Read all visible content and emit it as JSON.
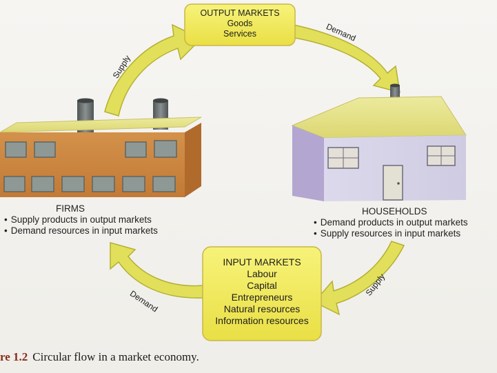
{
  "output_markets": {
    "title": "OUTPUT MARKETS",
    "lines": [
      "Goods",
      "Services"
    ]
  },
  "input_markets": {
    "title": "INPUT MARKETS",
    "lines": [
      "Labour",
      "Capital",
      "Entrepreneurs",
      "Natural resources",
      "Information resources"
    ]
  },
  "firms": {
    "title": "FIRMS",
    "bullets": [
      "Supply products in output markets",
      "Demand resources in input markets"
    ]
  },
  "households": {
    "title": "HOUSEHOLDS",
    "bullets": [
      "Demand products in output markets",
      "Supply resources in input markets"
    ]
  },
  "arrows": {
    "top_left": "Supply",
    "top_right": "Demand",
    "bottom_right": "Supply",
    "bottom_left": "Demand"
  },
  "caption": {
    "number": "re 1.2",
    "text": "Circular flow in a market economy."
  },
  "colors": {
    "box_fill": "#f1ec5a",
    "box_border": "#c9b74a",
    "arrow_fill": "#e1e05a",
    "arrow_stroke": "#b8b335",
    "factory_wall": "#c8853e",
    "factory_roof": "#e6d76a",
    "window": "#8f9a96",
    "chimney": "#6e7474",
    "house_front": "#d8d4ea",
    "house_side": "#b6a9d2",
    "house_roof": "#e6e69a",
    "door": "#e0ddd2"
  }
}
